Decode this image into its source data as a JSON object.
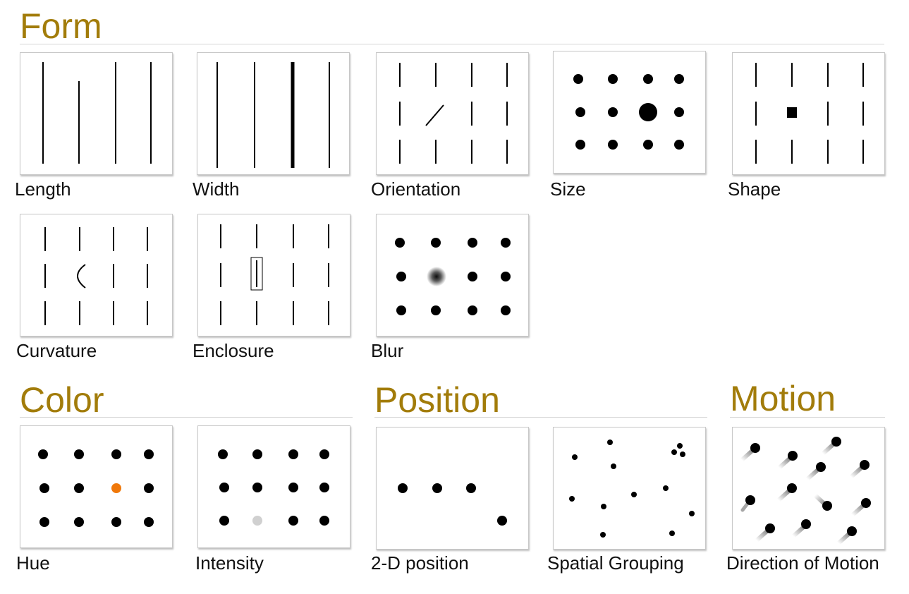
{
  "colors": {
    "heading": "#a27c0a",
    "mark": "#000000",
    "highlight_hue": "#f0780a",
    "highlight_intensity": "#d0d0d0"
  },
  "sections": {
    "form": {
      "title": "Form"
    },
    "color": {
      "title": "Color"
    },
    "position": {
      "title": "Position"
    },
    "motion": {
      "title": "Motion"
    }
  },
  "tiles": {
    "length": {
      "label": "Length"
    },
    "width": {
      "label": "Width"
    },
    "orientation": {
      "label": "Orientation"
    },
    "size": {
      "label": "Size"
    },
    "shape": {
      "label": "Shape"
    },
    "curvature": {
      "label": "Curvature"
    },
    "enclosure": {
      "label": "Enclosure"
    },
    "blur": {
      "label": "Blur"
    },
    "hue": {
      "label": "Hue"
    },
    "intensity": {
      "label": "Intensity"
    },
    "position_2d": {
      "label": "2-D position"
    },
    "spatial_grouping": {
      "label": "Spatial Grouping"
    },
    "direction_of_motion": {
      "label": "Direction of Motion"
    }
  }
}
